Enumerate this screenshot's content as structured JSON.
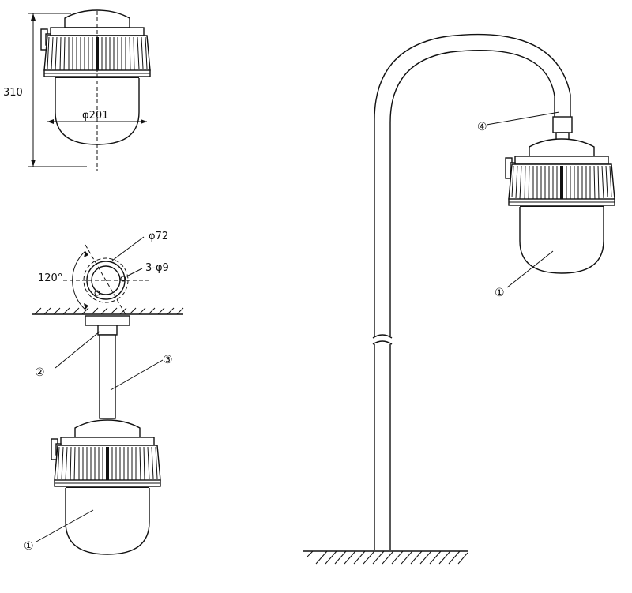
{
  "dimensions": {
    "height": "310",
    "diameter": "φ201",
    "flange_diameter": "φ72",
    "holes": "3-φ9",
    "angle": "120°"
  },
  "callouts": {
    "lamp_body": "①",
    "mount_base": "②",
    "pipe": "③",
    "arm": "④"
  },
  "colors": {
    "line": "#111111",
    "background": "#ffffff"
  }
}
